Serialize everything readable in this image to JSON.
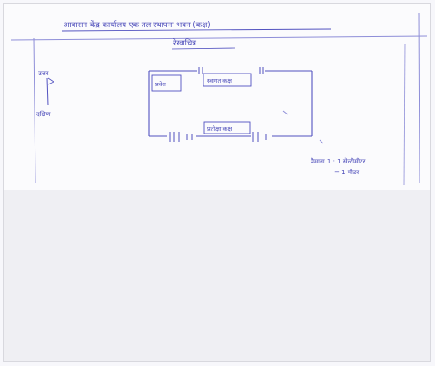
{
  "sheet": {
    "title": "आवासन केंद्र कार्यालय एक तल स्थापना भवन (कक्ष)",
    "subtitle": "रेखाचित्र"
  },
  "side_marker": {
    "top_label": "उत्तर",
    "bottom_label": "दक्षिण"
  },
  "plan": {
    "corner_box_label": "प्रवेश",
    "top_room_label": "स्वागत कक्ष",
    "bottom_room_label": "प्रतीक्षा कक्ष"
  },
  "scale_note": {
    "line1": "पैमाना 1 : 1 सेन्टीमीटर",
    "line2": "= 1 मीटर"
  },
  "colors": {
    "ink": "#4747b8",
    "paper": "#fbfbfd",
    "background": "#efeff3"
  }
}
